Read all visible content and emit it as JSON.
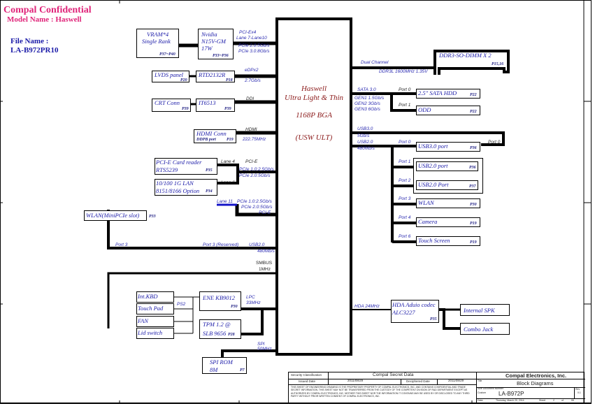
{
  "header": {
    "confidential": "Compal Confidential",
    "model_name": "Model Name : Haswell",
    "file_label": "File Name :",
    "file_name": "LA-B972PR10"
  },
  "cpu": {
    "line1": "Haswell",
    "line2": "Ultra Light & Thin",
    "line3": "1168P BGA",
    "line4": "(USW ULT)"
  },
  "left_blocks": {
    "vram": {
      "line1": "VRAM*4",
      "line2": "Single Rank",
      "page": "P37~P40"
    },
    "nvidia": {
      "line1": "Nvidia",
      "line2": "N15V-GM",
      "line3": "17W",
      "page": "P33~P36"
    },
    "lvds": {
      "label": "LVDS panel",
      "page": "P20"
    },
    "rtd": {
      "label": "RTD2132R",
      "page": "P18"
    },
    "crt": {
      "label": "CRT Conn",
      "page": "P39"
    },
    "it": {
      "label": "IT6513",
      "page": "P39"
    },
    "hdmi": {
      "line1": "HDMI Conn",
      "line2": "DDPB port",
      "page": "P19"
    },
    "cardreader": {
      "line1": "PCI-E Card reader",
      "line2": "RTS5239",
      "page": "P35"
    },
    "lan": {
      "line1": "10/100 1G LAN",
      "line2": "8151/8166 Option",
      "page": "P34"
    },
    "wlan": {
      "label": "WLAN(MiniPCIe slot)",
      "page": "P33"
    },
    "kbd": {
      "label": "Int.KBD"
    },
    "touchpad": {
      "label": "Touch Pad"
    },
    "fan": {
      "label": "FAN"
    },
    "lid": {
      "label": "Lid switch"
    },
    "ene": {
      "label": "ENE KB9012",
      "page": "P30"
    },
    "tpm": {
      "line1": "TPM 1.2 @",
      "line2": "SLB 9656",
      "page": "P28"
    },
    "spirom": {
      "line1": "SPI ROM",
      "line2": "8M",
      "page": "P7"
    }
  },
  "left_signals": {
    "pcie_x4": "PCI-Ex4",
    "lane_7_10": "Lane 7-Lane10",
    "pcie2_5g": "PCIe 2.0:5Gb/s",
    "pcie3_8g": "PCIe 3.0:8Gb/s",
    "edp": "eDPx2",
    "edp_speed": "2.7Gb/s",
    "ddi": "DDI",
    "hdmi": "HDMI",
    "hdmi_freq": "222.75MHz",
    "lane4": "Lane 4",
    "pcie_e": "PCI-E",
    "pcie1_25": "PCIe 1.0:2.5Gb/s",
    "pcie2_5": "PCIe 2.0:5Gb/s",
    "lane6": "Lane 6",
    "lane11": "Lane 11",
    "pcie1_25b": "PCIe 1.0:2.5Gb/s",
    "pcie2_5b": "PCIe 2.0:5Gb/s",
    "pcie_e_b": "PCI-E",
    "port3": "Port 3",
    "port3_reserved": "Port 3 (Reserved)",
    "usb20": "USB2.0",
    "usb_speed": "480Mb/s",
    "smbus": "SMBUS",
    "smbus_freq": "1MHz",
    "ps2": "PS2",
    "lpc": "LPC",
    "lpc_freq": "33MHz",
    "spi": "SPI",
    "spi_freq": "50MHz"
  },
  "right_blocks": {
    "ddr": {
      "label": "DDR3-SO-DIMM X 2",
      "page": "P15,16"
    },
    "hdd": {
      "label": "2.5\" SATA HDD",
      "page": "P22"
    },
    "odd": {
      "label": "ODD",
      "page": "P22"
    },
    "usb3port": {
      "label": "USB3.0 port",
      "page": "P36"
    },
    "usb2port1": {
      "label": "USB2.0 port",
      "page": "P36"
    },
    "usb2port2": {
      "label": "USB2.0 Port",
      "page": "P37"
    },
    "wlan": {
      "label": "WLAN",
      "page": "P30"
    },
    "camera": {
      "label": "Camera",
      "page": "P19"
    },
    "touchscreen": {
      "label": "Touch Screen",
      "page": "P19"
    },
    "codec": {
      "line1": "HDA Aduio codec",
      "line2": "ALC3227",
      "page": "P35"
    },
    "spk": {
      "label": "Internal SPK"
    },
    "jack": {
      "label": "Combo Jack"
    }
  },
  "right_signals": {
    "dual_channel": "Dual Channel",
    "ddr_spec": "DDR3L 1600MHz 1.35V",
    "sata3": "SATA 3.0",
    "gen1": "GEN1 1.5Gb/s",
    "gen2": "GEN2 3Gb/s",
    "gen3": "GEN3 6Gb/s",
    "port0_sata": "Port 0",
    "port1_sata": "Port 1",
    "usb30": "USB3.0",
    "usb30_speed": "5Gb/s",
    "usb20": "USB2.0",
    "usb20_speed": "480Mb/s",
    "port0": "Port 0",
    "port0_right": "Port 0",
    "port1": "Port 1",
    "port2": "Port 2",
    "port3": "Port 3",
    "port4": "Port 4",
    "port6": "Port 6",
    "hda": "HDA 24MHz"
  },
  "title_block": {
    "security_label": "Security Classification",
    "security_value": "Compal Secret Data",
    "issued_label": "Issued Date",
    "issued_value": "2011/08/29",
    "deciphered_label": "Deciphered Date",
    "deciphered_value": "2011/08/29",
    "notice": "THIS SHEET OF ENGINEERING DRAWING IS THE PROPRIETARY PROPERTY OF COMPAL ELECTRONICS, INC. AND CONTAINS CONFIDENTIAL AND TRADE SECRET INFORMATION. THIS SHEET MAY NOT BE TRANSFERRED FROM THE CUSTODY OF THE COMPETENT DIVISION OF R&D DEPARTMENT EXCEPT AS AUTHORIZED BY COMPAL ELECTRONICS, INC. NEITHER THIS SHEET NOR THE INFORMATION IT CONTAINS MAY BE USED BY OR DISCLOSED TO ANY THIRD PARTY WITHOUT PRIOR WRITTEN CONSENT OF COMPAL ELECTRONICS, INC.",
    "company": "Compal Electronics, Inc.",
    "title_label": "Title",
    "title": "Block Diagrams",
    "doc_label": "Size  Document Number",
    "custom_label": "Custom",
    "doc_number": "LA-B972P",
    "rev_label": "Rev",
    "rev": "0.1",
    "date_label": "Date:",
    "date": "Thursday, March 20, 2014",
    "sheet_label": "Sheet",
    "sheet": "2",
    "of_label": "of",
    "sheets_total": "55"
  }
}
